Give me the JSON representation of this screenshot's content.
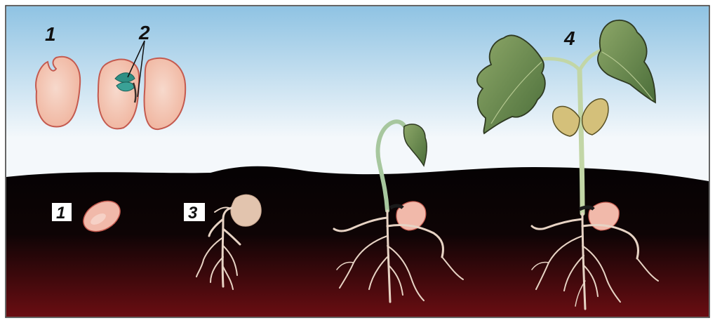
{
  "title": "",
  "labels": {
    "seed_top": "1",
    "embryo": "2",
    "seed_in_soil": "1",
    "germinating_seed": "3",
    "young_plant": "4"
  },
  "colors": {
    "sky_top": "#8fc3e3",
    "sky_bottom": "#f4f8fb",
    "soil_dark": "#050203",
    "soil_red": "#6a0d12",
    "seed_fill": "#f3c3b1",
    "seed_edge": "#c45a4f",
    "embryo_green": "#2e8f84",
    "root_color": "#e7d3c4",
    "leaf_green": "#6e8f52",
    "leaf_dark": "#2f5a2c",
    "cotyledon": "#d4c07a"
  }
}
